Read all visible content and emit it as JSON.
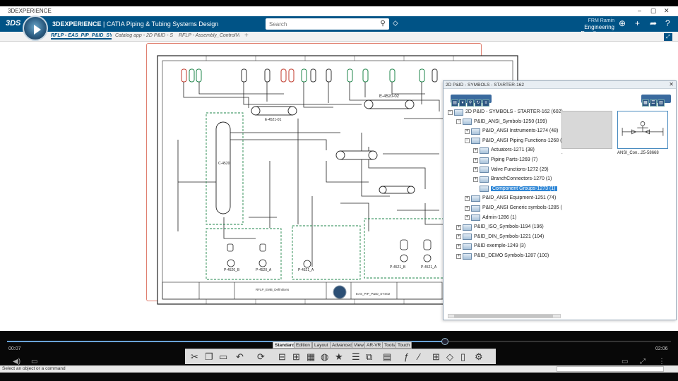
{
  "window": {
    "app": "3DEXPERIENCE",
    "min": "–",
    "max": "▢",
    "close": "✕"
  },
  "header": {
    "logo": "3DS",
    "brand_bold": "3DEXPERIENCE",
    "brand_rest": " | CATIA Piping & Tubing Systems Design",
    "search_placeholder": "Search",
    "user_name": "FRM Ramin",
    "user_team": "Engineering Excellence ⌄",
    "icons": [
      "user-add-icon",
      "plus-icon",
      "share-icon",
      "help-icon"
    ]
  },
  "tabs": [
    {
      "label": "RFLP - EAS_PIP_P&ID_SYS",
      "active": true
    },
    {
      "label": "Catalog app - 2D P&ID - S",
      "active": false
    },
    {
      "label": "RFLP - Assembly_ControlVal",
      "active": false
    }
  ],
  "panel": {
    "title": "2D P&ID - SYMBOLS - STARTER-162",
    "close": "✕",
    "tree": [
      {
        "label": "2D P&ID - SYMBOLS - STARTER-162 (602)",
        "depth": 0,
        "pm": "−"
      },
      {
        "label": "P&ID_ANSI_Symbols-1250 (199)",
        "depth": 1,
        "pm": "−"
      },
      {
        "label": "P&ID_ANSI Instruments-1274 (48)",
        "depth": 2,
        "pm": "+"
      },
      {
        "label": "P&ID_ANSI Piping Functions-1268 (",
        "depth": 2,
        "pm": "−"
      },
      {
        "label": "Actuators-1271 (38)",
        "depth": 3,
        "pm": "+"
      },
      {
        "label": "Piping Parts-1269 (7)",
        "depth": 3,
        "pm": "+"
      },
      {
        "label": "Valve Functions-1272 (29)",
        "depth": 3,
        "pm": "+"
      },
      {
        "label": "BranchConnectors-1270 (1)",
        "depth": 3,
        "pm": "+"
      },
      {
        "label": "Component Groups-1273 (1)",
        "depth": 3,
        "pm": "",
        "selected": true
      },
      {
        "label": "P&ID_ANSI Equipment-1251 (74)",
        "depth": 2,
        "pm": "+"
      },
      {
        "label": "P&ID_ANSI Generic symbols-1285 (",
        "depth": 2,
        "pm": "+"
      },
      {
        "label": "Admin-1286 (1)",
        "depth": 2,
        "pm": "+"
      },
      {
        "label": "P&ID_ISO_Symbols-1194 (196)",
        "depth": 1,
        "pm": "+"
      },
      {
        "label": "P&ID_DIN_Symbols-1221 (104)",
        "depth": 1,
        "pm": "+"
      },
      {
        "label": "P&ID exemple-1249 (3)",
        "depth": 1,
        "pm": "+"
      },
      {
        "label": "P&ID_DEMO Symbols-1287 (100)",
        "depth": 1,
        "pm": "+"
      }
    ],
    "thumb2_label": "ANSI_Con...25-58668",
    "dot": "."
  },
  "drawing": {
    "tags": [
      "E-4521-01",
      "E-4520-02",
      "C-4520",
      "P-4520_B",
      "P-4520_A",
      "P-4521_A",
      "P-4521_B",
      "P-4521_A"
    ],
    "title_block": [
      "EAS_PIP_P&ID_SYS02",
      "RFLP_EMB_Definitions"
    ]
  },
  "player": {
    "time_left": "00:07",
    "time_right": "02:06",
    "progress": 0.66
  },
  "section_tabs": [
    {
      "label": "Standard",
      "on": true
    },
    {
      "label": "Edition",
      "on": false
    },
    {
      "label": "Layout",
      "on": false
    },
    {
      "label": "Advanced",
      "on": false
    },
    {
      "label": "View",
      "on": false
    },
    {
      "label": "AR-VR",
      "on": false
    },
    {
      "label": "Tools",
      "on": false
    },
    {
      "label": "Touch",
      "on": false
    }
  ],
  "status": {
    "text": "Select an object or a command"
  }
}
